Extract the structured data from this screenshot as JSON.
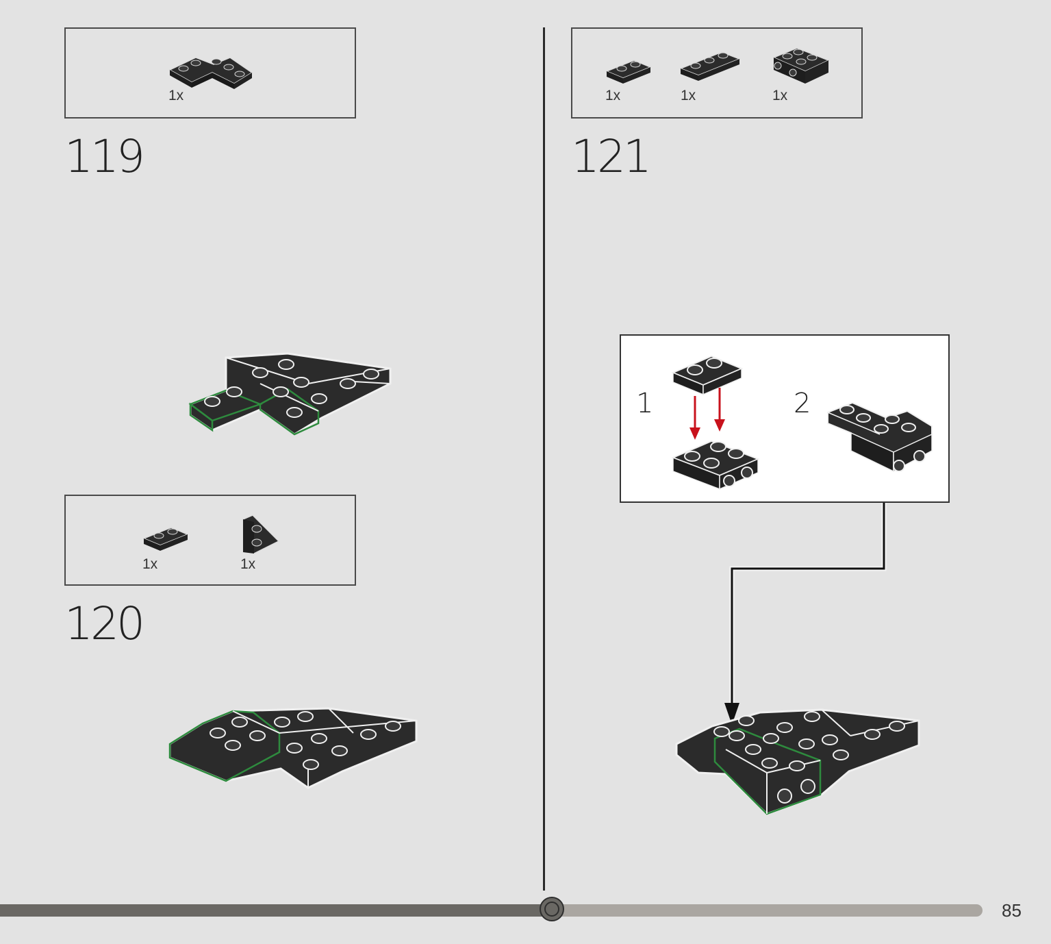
{
  "steps": [
    {
      "number": "119",
      "parts": [
        {
          "qty": "1x",
          "icon": "l-plate-icon"
        }
      ]
    },
    {
      "number": "120",
      "parts": [
        {
          "qty": "1x",
          "icon": "plate-1x2-icon"
        },
        {
          "qty": "1x",
          "icon": "wedge-plate-icon"
        }
      ]
    },
    {
      "number": "121",
      "parts": [
        {
          "qty": "1x",
          "icon": "plate-1x2-icon"
        },
        {
          "qty": "1x",
          "icon": "plate-1x3-icon"
        },
        {
          "qty": "1x",
          "icon": "bracket-plate-icon"
        }
      ]
    }
  ],
  "substeps": {
    "first": "1",
    "second": "2"
  },
  "progress": {
    "fraction": 0.525
  },
  "page_number": "85",
  "colors": {
    "brick": "#2b2b2b",
    "highlight": "#2e8b3e",
    "arrow": "#c8121c",
    "outline": "#f2f2f2"
  }
}
